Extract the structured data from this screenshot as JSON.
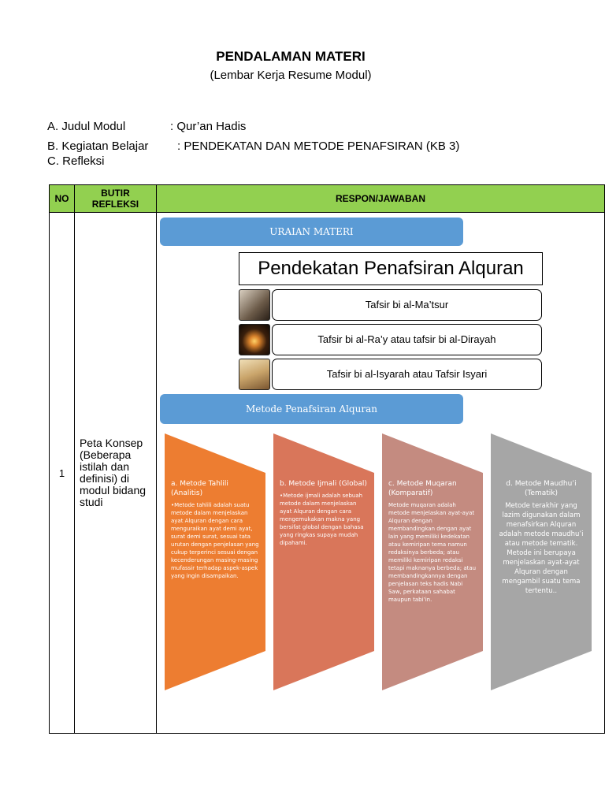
{
  "header": {
    "title": "PENDALAMAN MATERI",
    "subtitle": "(Lembar Kerja Resume Modul)"
  },
  "meta": {
    "a_label": "A. Judul Modul",
    "a_value": ": Qur’an Hadis",
    "b_label": "B. Kegiatan Belajar",
    "b_value": ": PENDEKATAN DAN METODE PENAFSIRAN (KB 3)",
    "c_label": "C. Refleksi"
  },
  "table": {
    "col_no": "NO",
    "col_butir_1": "BUTIR",
    "col_butir_2": "REFLEKSI",
    "col_respon": "RESPON/JAWABAN",
    "row_no": "1",
    "row_butir": "Peta Konsep (Beberapa istilah dan definisi) di modul bidang studi"
  },
  "diagram": {
    "uraian": "URAIAN MATERI",
    "pendekatan_title": "Pendekatan Penafsiran Alquran",
    "tafsir_rows": [
      "Tafsir bi al-Ma’tsur",
      "Tafsir bi al-Ra’y atau tafsir bi al-Dirayah",
      "Tafsir bi al-Isyarah atau Tafsir Isyari"
    ],
    "metode_title": "Metode Penafsiran Alquran",
    "chevrons": [
      {
        "title": "a. Metode Tahlili (Analitis)",
        "body": "•Metode tahlili adalah suatu metode dalam menjelaskan ayat Alquran dengan cara menguraikan ayat demi ayat, surat demi surat, sesuai tata urutan dengan penjelasan yang cukup terperinci sesuai dengan kecenderungan masing-masing mufassir terhadap aspek-aspek yang ingin disampaikan.",
        "color": "#ed7d31"
      },
      {
        "title": "b. Metode Ijmali (Global)",
        "body": "•Metode ijmali adalah sebuah metode dalam menjelaskan ayat Alquran dengan cara mengemukakan makna yang bersifat global dengan bahasa yang ringkas supaya mudah dipahami.",
        "color": "#d9765a"
      },
      {
        "title": "c. Metode Muqaran (Komparatif)",
        "body": "Metode muqaran adalah metode menjelaskan ayat-ayat Alquran dengan membandingkan dengan ayat lain yang memiliki kedekatan atau kemiripan tema namun redaksinya berbeda; atau memiliki kemiripan redaksi tetapi maknanya berbeda; atau membandingkannya dengan penjelasan teks hadis Nabi Saw, perkataan sahabat maupun tabi’in.",
        "color": "#c48b80"
      },
      {
        "title": "d. Metode Maudhu’i (Tematik)",
        "body": "Metode terakhir yang lazim digunakan dalam menafsirkan Alquran adalah metode maudhu’i atau metode tematik. Metode ini berupaya menjelaskan ayat-ayat Alquran dengan mengambil suatu tema tertentu..",
        "color": "#a6a6a6"
      }
    ]
  }
}
